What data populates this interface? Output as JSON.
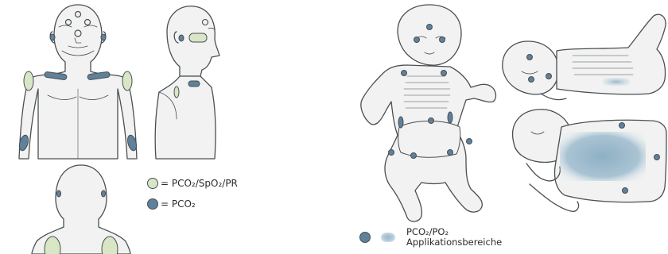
{
  "colors": {
    "green_sensor": "#d8e6c6",
    "blue_sensor": "#5f819b",
    "application_area": "#9ab6c7",
    "outline": "#4a4f52",
    "skin": "#f1f2f1"
  },
  "legend_adult": {
    "green_text": "= PCO₂/SpO₂/PR",
    "blue_text": "= PCO₂"
  },
  "legend_infant": {
    "line1": "PCO₂/PO₂",
    "line2": "Applikationsbereiche"
  },
  "icons": [
    "adult-front-figure",
    "adult-side-figure",
    "adult-back-figure",
    "infant-supine-figure",
    "infant-lateral-figure",
    "infant-prone-figure"
  ]
}
